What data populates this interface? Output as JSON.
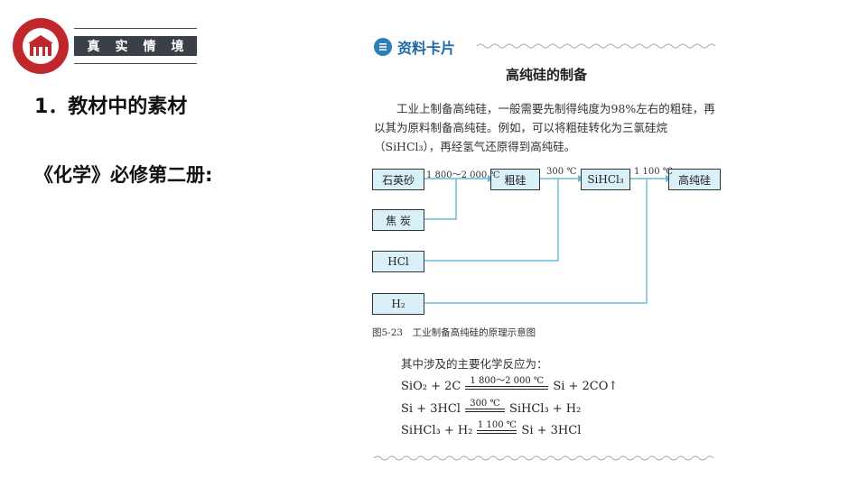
{
  "badge": [
    "真",
    "实",
    "情",
    "境"
  ],
  "heading": "1．教材中的素材",
  "book": "《化学》必修第二册:",
  "card": {
    "label": "资料卡片",
    "title": "高纯硅的制备",
    "paragraph": "工业上制备高纯硅，一般需要先制得纯度为98%左右的粗硅，再以其为原料制备高纯硅。例如，可以将粗硅转化为三氯硅烷（SiHCl₃），再经氢气还原得到高纯硅。"
  },
  "diagram": {
    "boxes": {
      "quartz": "石英砂",
      "coke": "焦 炭",
      "hcl": "HCl",
      "h2": "H₂",
      "crude": "粗硅",
      "sihcl3": "SiHCl₃",
      "pure": "高纯硅"
    },
    "conditions": [
      "1 800～2 000 ℃",
      "300 ℃",
      "1 100 ℃"
    ],
    "caption": "图5-23　工业制备高纯硅的原理示意图"
  },
  "reactions": {
    "intro": "其中涉及的主要化学反应为：",
    "list": [
      {
        "left": "SiO₂ + 2C",
        "condition": "1 800～2 000 ℃",
        "right": "Si + 2CO↑"
      },
      {
        "left": "Si + 3HCl",
        "condition": "300 ℃",
        "right": "SiHCl₃ + H₂"
      },
      {
        "left": "SiHCl₃ + H₂",
        "condition": "1 100 ℃",
        "right": "Si + 3HCl"
      }
    ]
  }
}
